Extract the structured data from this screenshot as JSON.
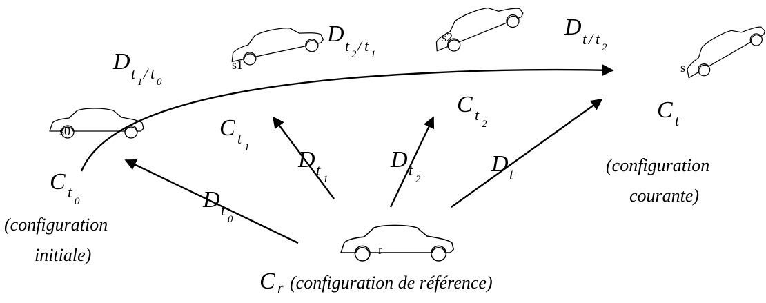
{
  "diagram": {
    "configurations": {
      "c_t0": {
        "base": "C",
        "sub": "t",
        "subsub": "0"
      },
      "c_t1": {
        "base": "C",
        "sub": "t",
        "subsub": "1"
      },
      "c_t2": {
        "base": "C",
        "sub": "t",
        "subsub": "2"
      },
      "c_t": {
        "base": "C",
        "sub": "t"
      },
      "c_r": {
        "base": "C",
        "sub": "r",
        "caption": "(configuration de référence)"
      }
    },
    "captions": {
      "initiale_line1": "(configuration",
      "initiale_line2": "initiale)",
      "courante_line1": "(configuration",
      "courante_line2": "courante)"
    },
    "displacements": {
      "d_t0": {
        "base": "D",
        "sub": "t",
        "subsub": "0"
      },
      "d_t1": {
        "base": "D",
        "sub": "t",
        "subsub": "1"
      },
      "d_t2": {
        "base": "D",
        "sub": "t",
        "subsub": "2"
      },
      "d_t": {
        "base": "D",
        "sub": "t"
      }
    },
    "relative_displacements": {
      "d_t1_t0": {
        "base": "D",
        "num": "t",
        "num_sub": "1",
        "slash": "/",
        "den": "t",
        "den_sub": "0"
      },
      "d_t2_t1": {
        "base": "D",
        "num": "t",
        "num_sub": "2",
        "slash": "/",
        "den": "t",
        "den_sub": "1"
      },
      "d_t_t2": {
        "base": "D",
        "num": "t",
        "slash": "/",
        "den": "t",
        "den_sub": "2"
      }
    },
    "car_marks": {
      "s0": "s0",
      "s1": "s1",
      "s2": "s2",
      "s": "s",
      "r": "r"
    }
  }
}
